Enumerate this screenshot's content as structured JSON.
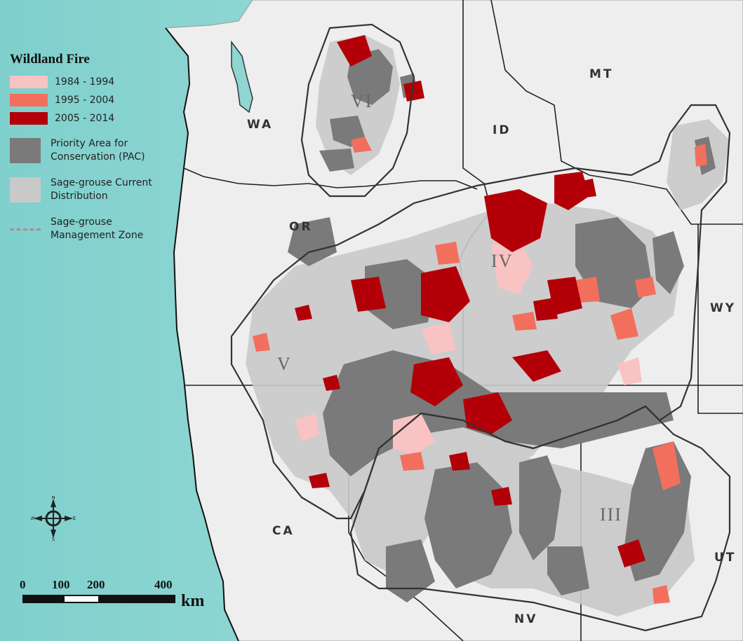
{
  "legend": {
    "title": "Wildland Fire",
    "fire_periods": [
      {
        "label": "1984 - 1994",
        "color": "#f9c3c3"
      },
      {
        "label": "1995 - 2004",
        "color": "#f26f5e"
      },
      {
        "label": "2005 - 2014",
        "color": "#b30008"
      }
    ],
    "pac": {
      "label_line1": "Priority Area for",
      "label_line2": "Conservation (PAC)",
      "color": "#7a7a7a"
    },
    "distribution": {
      "label_line1": "Sage-grouse Current",
      "label_line2": "Distribution",
      "color": "#c9c9c9"
    },
    "zone_line": {
      "label_line1": "Sage-grouse",
      "label_line2": "Management Zone",
      "color": "#a99090"
    }
  },
  "states": {
    "wa": "WA",
    "or": "OR",
    "ca": "CA",
    "id": "ID",
    "mt": "MT",
    "wy": "WY",
    "nv": "NV",
    "ut": "UT"
  },
  "zones": {
    "iii": "III",
    "iv": "IV",
    "v": "V",
    "vi": "VI"
  },
  "scale_bar": {
    "ticks": [
      "0",
      "100",
      "200",
      "400"
    ],
    "unit": "km"
  },
  "colors": {
    "ocean": "#8fd6d3",
    "land": "#eeeeee",
    "boundary": "#222222"
  },
  "compass": {
    "icon": "north-arrow-compass-icon",
    "labels": {
      "n": "N",
      "s": "S",
      "e": "E",
      "w": "W"
    }
  }
}
